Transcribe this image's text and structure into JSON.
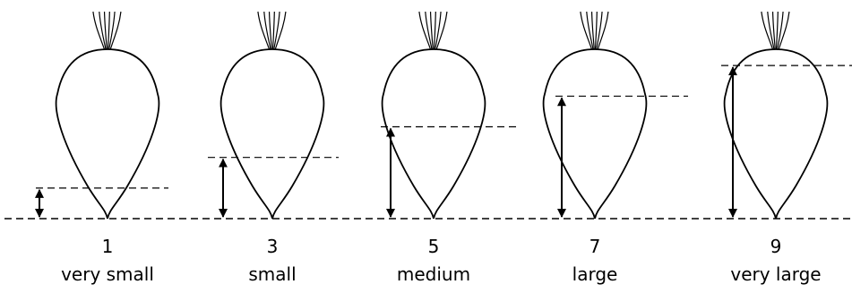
{
  "colors": {
    "line": "#000000",
    "background": "#ffffff"
  },
  "notes_scale": [
    {
      "note": "1",
      "label": "very small",
      "level": 1
    },
    {
      "note": "3",
      "label": "small",
      "level": 3
    },
    {
      "note": "5",
      "label": "medium",
      "level": 5
    },
    {
      "note": "7",
      "label": "large",
      "level": 7
    },
    {
      "note": "9",
      "label": "very large",
      "level": 9
    }
  ]
}
